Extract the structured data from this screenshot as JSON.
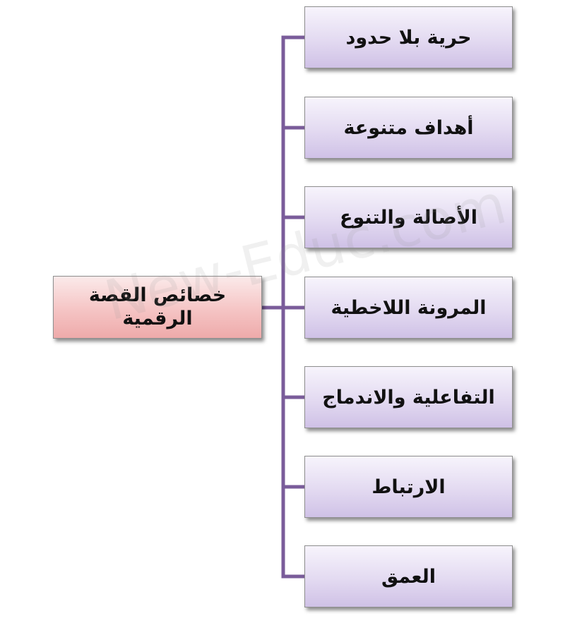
{
  "root": {
    "line1": "خصائص القصة",
    "line2": "الرقمية"
  },
  "children": [
    {
      "label": "حرية بلا حدود"
    },
    {
      "label": "أهداف متنوعة"
    },
    {
      "label": "الأصالة والتنوع"
    },
    {
      "label": "المرونة اللاخطية"
    },
    {
      "label": "التفاعلية والاندماج"
    },
    {
      "label": "الارتباط"
    },
    {
      "label": "العمق"
    }
  ],
  "watermark": "New-Educ.com",
  "colors": {
    "connector": "#7a5c9a",
    "child_fill": "#e3daf1",
    "root_fill": "#f5c4c4"
  }
}
